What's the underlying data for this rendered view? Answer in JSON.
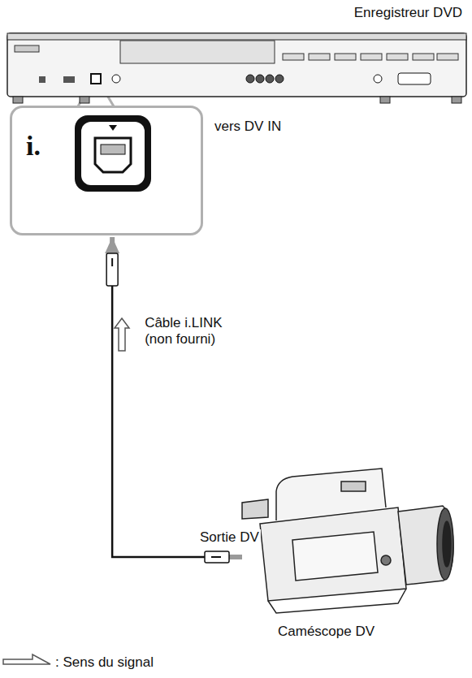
{
  "diagram": {
    "nodes": [
      {
        "text": [
          "Enregistreur DVD"
        ]
      },
      {
        "text": [
          "vers DV IN"
        ]
      },
      {
        "text": [
          "Caméscope DV"
        ]
      }
    ],
    "edges": [
      {
        "from": 2,
        "to": 1,
        "arrow": "to",
        "label": "Câble i.LINK (non fourni)"
      }
    ],
    "labels": [
      "i.",
      "Sortie DV"
    ],
    "legend": [
      {
        "text": ": Sens du signal"
      }
    ]
  }
}
